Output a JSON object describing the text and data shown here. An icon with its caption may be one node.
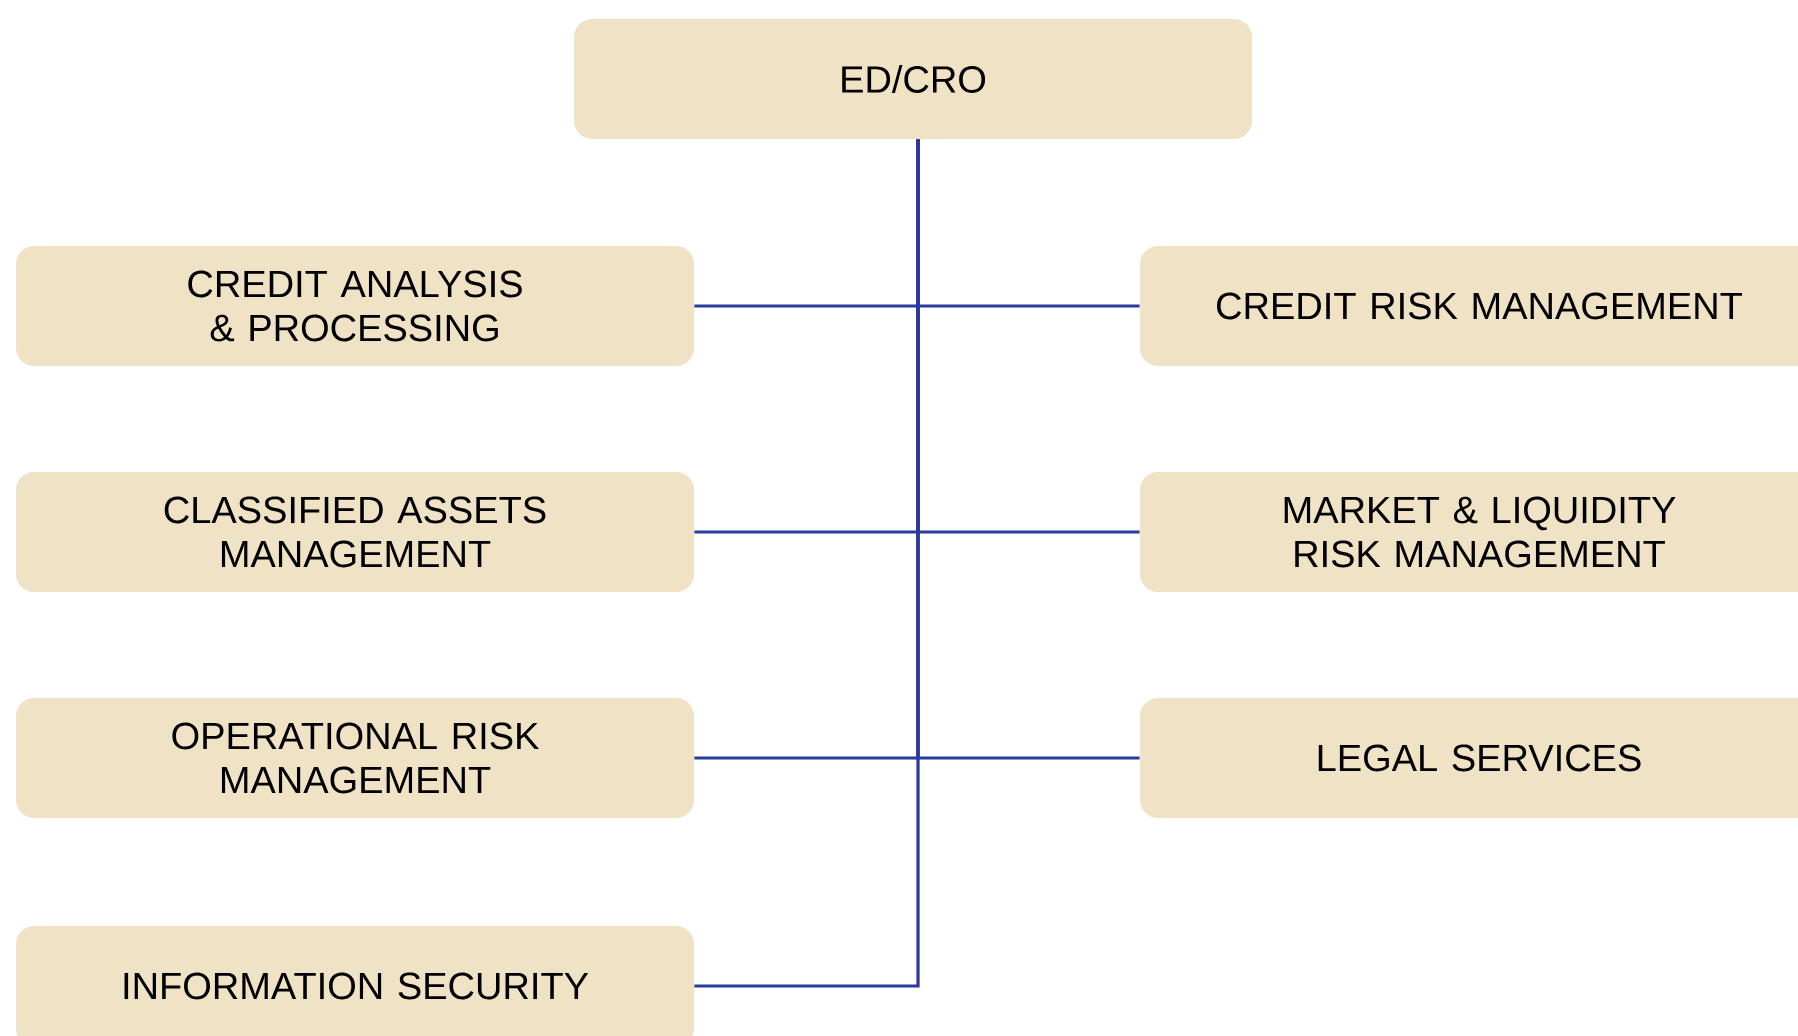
{
  "diagram": {
    "nodes": [
      {
        "text": [
          "ED/CRO"
        ]
      },
      {
        "text": [
          "CREDIT ANALYSIS & PROCESSING"
        ]
      },
      {
        "text": [
          "CREDIT RISK MANAGEMENT"
        ]
      },
      {
        "text": [
          "CLASSIFIED ASSETS MANAGEMENT"
        ]
      },
      {
        "text": [
          "MARKET & LIQUIDITY RISK MANAGEMENT"
        ]
      },
      {
        "text": [
          "OPERATIONAL RISK MANAGEMENT"
        ]
      },
      {
        "text": [
          "LEGAL SERVICES"
        ]
      },
      {
        "text": [
          "INFORMATION SECURITY"
        ]
      }
    ],
    "edges": [
      {
        "from": 0,
        "to": 1,
        "arrow": "none"
      },
      {
        "from": 0,
        "to": 2,
        "arrow": "none"
      },
      {
        "from": 0,
        "to": 3,
        "arrow": "none"
      },
      {
        "from": 0,
        "to": 4,
        "arrow": "none"
      },
      {
        "from": 0,
        "to": 5,
        "arrow": "none"
      },
      {
        "from": 0,
        "to": 6,
        "arrow": "none"
      },
      {
        "from": 0,
        "to": 7,
        "arrow": "none"
      }
    ]
  }
}
